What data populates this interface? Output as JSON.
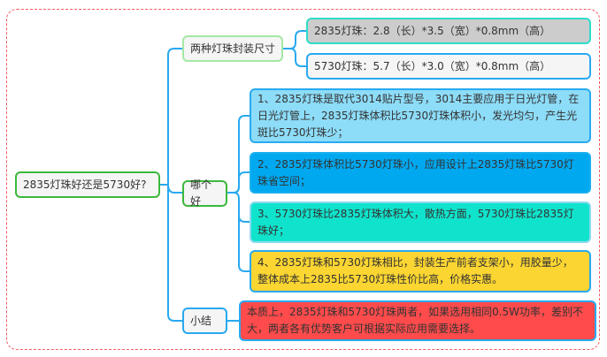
{
  "root": {
    "label": "2835灯珠好还是5730好?"
  },
  "branches": {
    "sizes": {
      "label": "两种灯珠封装尺寸",
      "items": [
        "2835灯珠：2.8（长）*3.5（宽）*0.8mm（高）",
        "5730灯珠：5.7（长）*3.0（宽）*0.8mm（高）"
      ]
    },
    "which": {
      "label": "哪个好",
      "items": [
        "1、2835灯珠是取代3014贴片型号，3014主要应用于日光灯管，在日光灯管上，2835灯珠体积比5730灯珠体积小，发光均匀，产生光斑比5730灯珠少；",
        "2、2835灯珠体积比5730灯珠小，应用设计上2835灯珠比5730灯珠省空间；",
        "3、5730灯珠比2835灯珠体积大，散热方面，5730灯珠比2835灯珠好；",
        "4、2835灯珠和5730灯珠相比，封装生产前者支架小，用胶量少，整体成本上2835比5730灯珠性价比高，价格实惠。"
      ]
    },
    "summary": {
      "label": "小结",
      "text": "本质上，2835灯珠和5730灯珠两者，如果选用相同0.5W功率，差别不大，两者各有优势客户可根据实际应用需要选择。"
    }
  },
  "colors": {
    "line": "#29a9f0",
    "frame": "#f55a64",
    "item1": "#8ddcf8",
    "item2": "#00a8f0",
    "item3": "#10e3cc",
    "item4": "#fbd531",
    "summary": "#ff4b4b"
  }
}
